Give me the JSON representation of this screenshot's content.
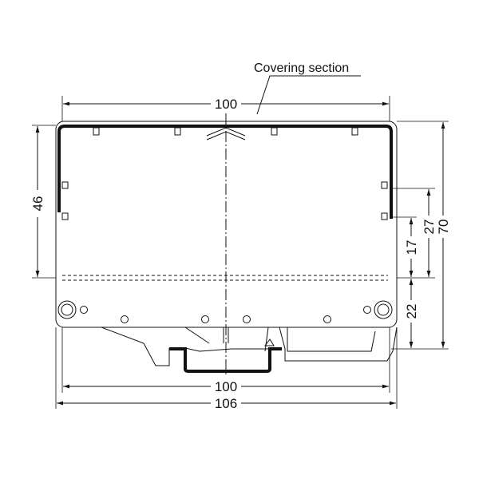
{
  "callout": "Covering section",
  "dims": {
    "top_width": "100",
    "left_height": "46",
    "right_17": "17",
    "right_27": "27",
    "right_70": "70",
    "right_22": "22",
    "bottom_inner": "100",
    "bottom_overall": "106"
  }
}
